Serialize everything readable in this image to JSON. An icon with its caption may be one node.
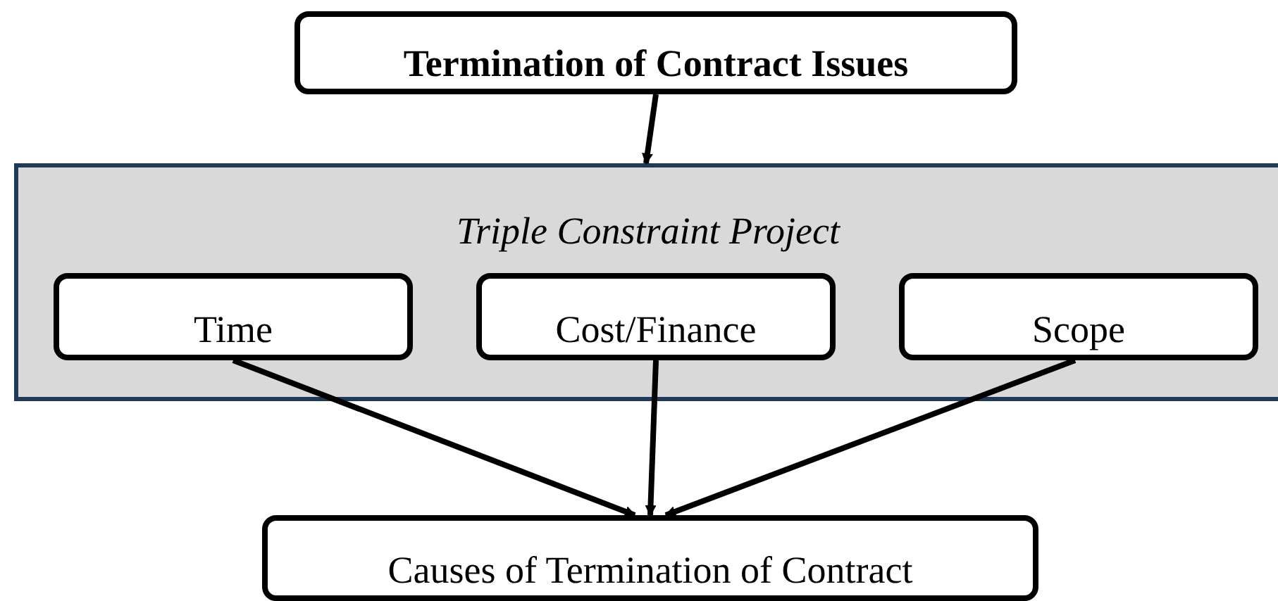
{
  "diagram": {
    "nodes": [
      {
        "text": [
          "Termination of Contract Issues"
        ]
      },
      {
        "text": [
          "Triple Constraint Project"
        ]
      },
      {
        "text": [
          "Time"
        ],
        "in": 1
      },
      {
        "text": [
          "Cost/Finance"
        ],
        "in": 1
      },
      {
        "text": [
          "Scope"
        ],
        "in": 1
      },
      {
        "text": [
          "Causes of Termination of Contract"
        ]
      }
    ],
    "edges": [
      {
        "from": 0,
        "to": 1,
        "arrow": "to"
      },
      {
        "from": 2,
        "to": 5,
        "arrow": "to"
      },
      {
        "from": 3,
        "to": 5,
        "arrow": "to"
      },
      {
        "from": 4,
        "to": 5,
        "arrow": "to"
      }
    ]
  }
}
